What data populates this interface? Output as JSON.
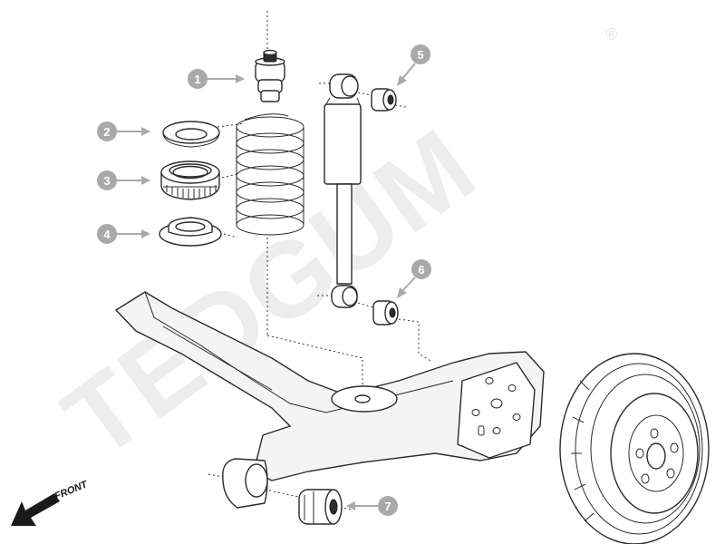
{
  "watermark": {
    "text": "TEDGUM",
    "registered_mark": "®"
  },
  "callouts": [
    {
      "number": "1",
      "part": "bump-stop"
    },
    {
      "number": "2",
      "part": "upper-spring-seat"
    },
    {
      "number": "3",
      "part": "bearing-ring"
    },
    {
      "number": "4",
      "part": "lower-spring-seat"
    },
    {
      "number": "5",
      "part": "shock-upper-bushing"
    },
    {
      "number": "6",
      "part": "shock-lower-bushing"
    },
    {
      "number": "7",
      "part": "axle-mount-bushing"
    }
  ],
  "direction_indicator": {
    "label": "FRONT"
  },
  "colors": {
    "badge": "#a9a9a9",
    "line": "#2b2b2b",
    "watermark": "#ededed"
  }
}
